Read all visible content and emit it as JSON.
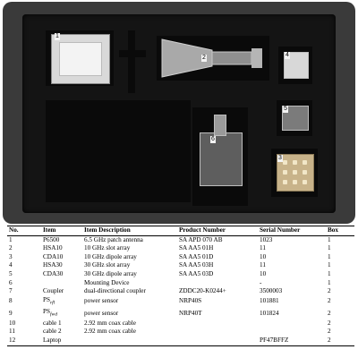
{
  "photo": {
    "labels": [
      "1",
      "2",
      "3",
      "4",
      "5",
      "6"
    ]
  },
  "table": {
    "headers": [
      "No.",
      "Item",
      "Item Description",
      "Product Number",
      "Serial Number",
      "Box"
    ],
    "rows": [
      [
        "1",
        "P6500",
        "6.5 GHz patch antenna",
        "SA APD 070 AB",
        "1023",
        "1"
      ],
      [
        "2",
        "HSA10",
        "10 GHz slot array",
        "SA AA5 01H",
        "11",
        "1"
      ],
      [
        "3",
        "CDA10",
        "10 GHz dipole array",
        "SA AA5 01D",
        "10",
        "1"
      ],
      [
        "4",
        "HSA30",
        "30 GHz slot array",
        "SA AA5 03H",
        "11",
        "1"
      ],
      [
        "5",
        "CDA30",
        "30 GHz dipole array",
        "SA AA5 03D",
        "10",
        "1"
      ],
      [
        "6",
        "",
        "Mounting Device",
        "",
        "-",
        "1"
      ],
      [
        "7",
        "Coupler",
        "dual-directional coupler",
        "ZDDC20-K0244+",
        "3500003",
        "2"
      ],
      [
        "8",
        "PS_rfl",
        "power sensor",
        "NRP40S",
        "101881",
        "2"
      ],
      [
        "9",
        "PS_fwd",
        "power sensor",
        "NRP40T",
        "101824",
        "2"
      ],
      [
        "10",
        "cable 1",
        "2.92 mm coax cable",
        "",
        "",
        "2"
      ],
      [
        "11",
        "cable 2",
        "2.92 mm coax cable",
        "",
        "",
        "2"
      ],
      [
        "12",
        "Laptop",
        "",
        "",
        "PF47BFFZ",
        "2"
      ]
    ]
  }
}
